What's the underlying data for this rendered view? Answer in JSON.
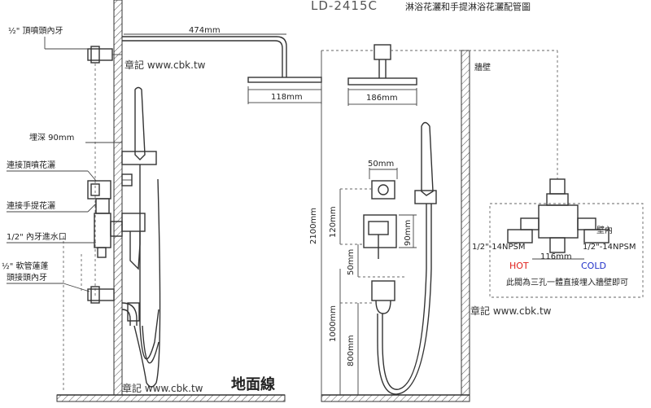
{
  "title": {
    "model": "LD-2415C",
    "description": "淋浴花灑和手提淋浴花灑配管圖"
  },
  "left_view": {
    "labels": {
      "top_fitting": "½\" 頂噴頭內牙",
      "wall_depth": "埋深 90mm",
      "connect_top": "連接頂噴花灑",
      "connect_hand": "連接手提花灑",
      "inlet": "1/2\" 內牙進水口",
      "hose_fitting_line1": "½\" 軟管蓮蓬",
      "hose_fitting_line2": "頭接頭內牙"
    },
    "dims": {
      "arm": "474mm",
      "head": "118mm"
    }
  },
  "middle_view": {
    "dims": {
      "head": "186mm",
      "diverter": "50mm",
      "h_120": "120mm",
      "h_90": "90mm",
      "h_50": "50mm",
      "h_2100": "2100mm",
      "h_1000": "1000mm",
      "h_800": "800mm"
    },
    "wall_label": "牆壁"
  },
  "right_view": {
    "inner_wall": "壁內",
    "npsm_left": "1/2\"-14NPSM",
    "npsm_right": "1/2\"-14NPSM",
    "spacing": "116mm",
    "hot": "HOT",
    "cold": "COLD",
    "note": "此閥為三孔一體直接埋入牆壁即可",
    "colors": {
      "hot": "#e0201c",
      "cold": "#2030c8"
    }
  },
  "watermarks": {
    "top": "章記 www.cbk.tw",
    "right": "章記 www.cbk.tw",
    "bottom": "章記 www.cbk.tw"
  },
  "floor_label": "地面線"
}
